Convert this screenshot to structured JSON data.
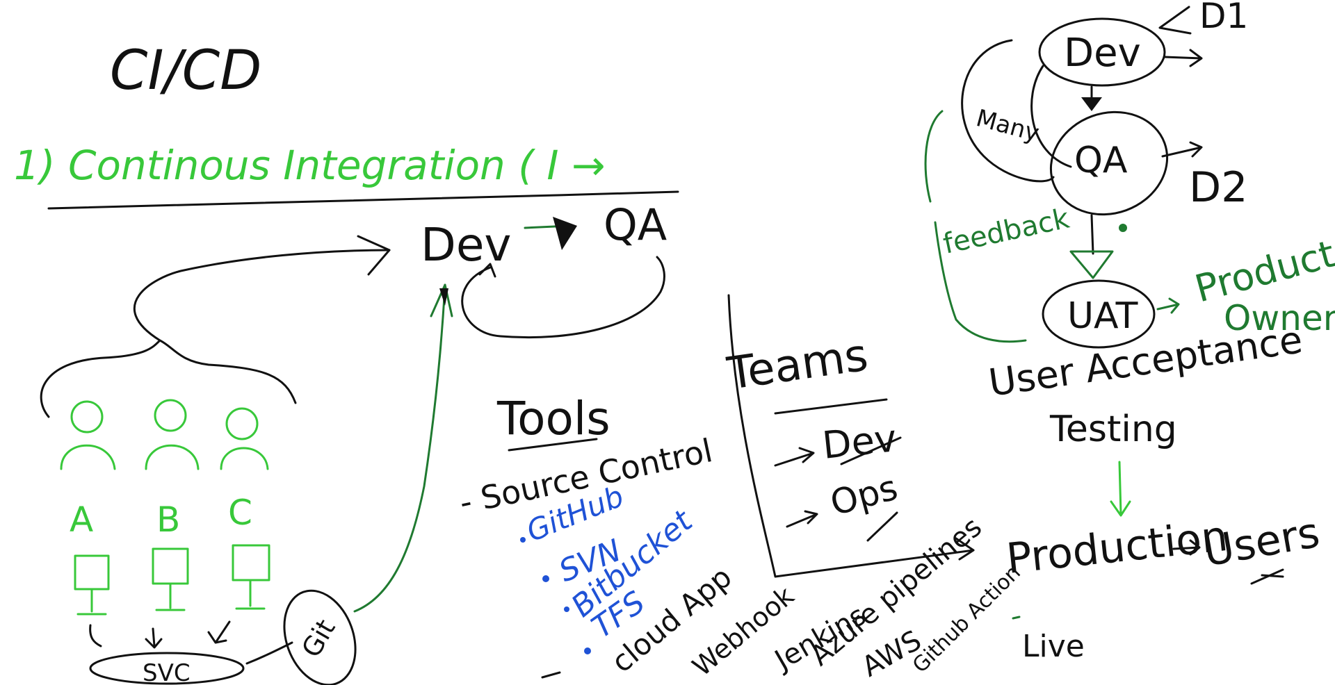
{
  "colors": {
    "ink": "#111111",
    "green": "#38c83a",
    "dark_green": "#1f7a30",
    "blue": "#1f52d6",
    "background": "#ffffff"
  },
  "title": "CI/CD",
  "heading": "1) Continous Integration ( I →",
  "left_flow": {
    "dev": "Dev",
    "qa": "QA"
  },
  "developers": [
    {
      "label": "A"
    },
    {
      "label": "B"
    },
    {
      "label": "C"
    }
  ],
  "svc_label": "SVC",
  "git_label": "Git",
  "tools": {
    "title": "Tools",
    "source_control": "- Source Control",
    "items": [
      "GitHub",
      "SVN",
      "Bitbucket",
      "TFS"
    ],
    "bottom_items": [
      "cloud App",
      "Webhook",
      "Jenkins",
      "Azure pipelines",
      "AWS",
      "Github Action"
    ]
  },
  "teams": {
    "title": "Teams",
    "items": [
      "Dev",
      "Ops"
    ]
  },
  "right_flow": {
    "dev": "Dev",
    "qa": "QA",
    "uat": "UAT",
    "d1": "D1",
    "d2": "D2",
    "many": "Many",
    "feedback": "feedback",
    "product_owner": [
      "Product",
      "Owner"
    ],
    "uat_full": [
      "User Acceptance",
      "Testing"
    ],
    "production": "Production",
    "users": "Users",
    "live": "Live"
  }
}
